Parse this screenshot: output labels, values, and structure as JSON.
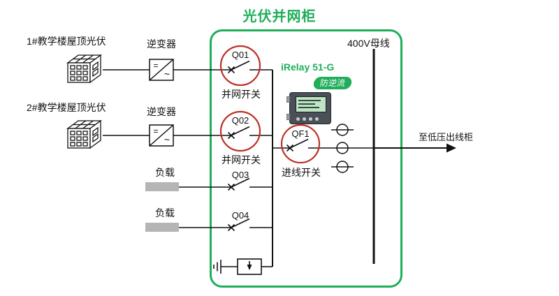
{
  "title": "光伏并网柜",
  "colors": {
    "accent_green": "#1fae5a",
    "breaker_red": "#bf3028",
    "load_gray": "#b5b5b5",
    "line_black": "#111111"
  },
  "sources": [
    {
      "label": "1#教学楼屋顶光伏",
      "inverter_label": "逆变器"
    },
    {
      "label": "2#教学楼屋顶光伏",
      "inverter_label": "逆变器"
    }
  ],
  "loads": [
    {
      "label": "负载"
    },
    {
      "label": "负载"
    }
  ],
  "glyphs": {
    "dc": "=",
    "ac": "~"
  },
  "switches": {
    "q01": {
      "id": "Q01",
      "caption": "并网开关"
    },
    "q02": {
      "id": "Q02",
      "caption": "并网开关"
    },
    "q03": {
      "id": "Q03"
    },
    "q04": {
      "id": "Q04"
    },
    "qf1": {
      "id": "QF1",
      "caption": "进线开关"
    }
  },
  "relay": {
    "model": "iRelay 51-G",
    "badge": "防逆流"
  },
  "busbar": {
    "label": "400V母线"
  },
  "outgoing": {
    "label": "至低压出线柜"
  }
}
